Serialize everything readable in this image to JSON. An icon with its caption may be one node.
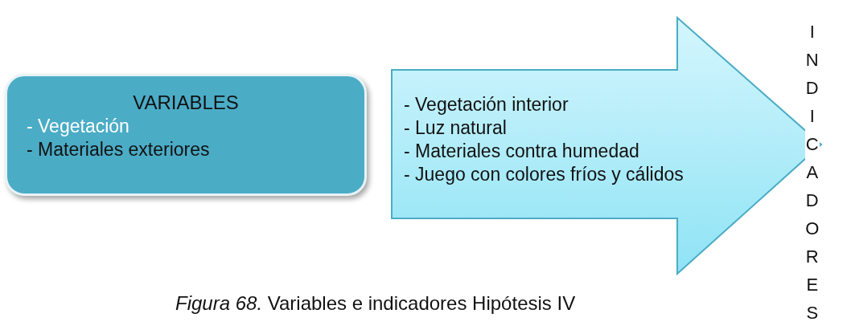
{
  "diagram": {
    "caption": "*Figura 68.* Variables e indicadores Hipótesis IV",
    "nodes": [
      {
        "text": [
          "VARIABLES",
          "- Vegetación",
          "- Materiales exteriores"
        ]
      },
      {
        "text": [
          "- Vegetación interior",
          "- Luz natural",
          "- Materiales contra humedad",
          "- Juego con colores fríos y cálidos",
          "INDICADORES"
        ]
      }
    ]
  }
}
